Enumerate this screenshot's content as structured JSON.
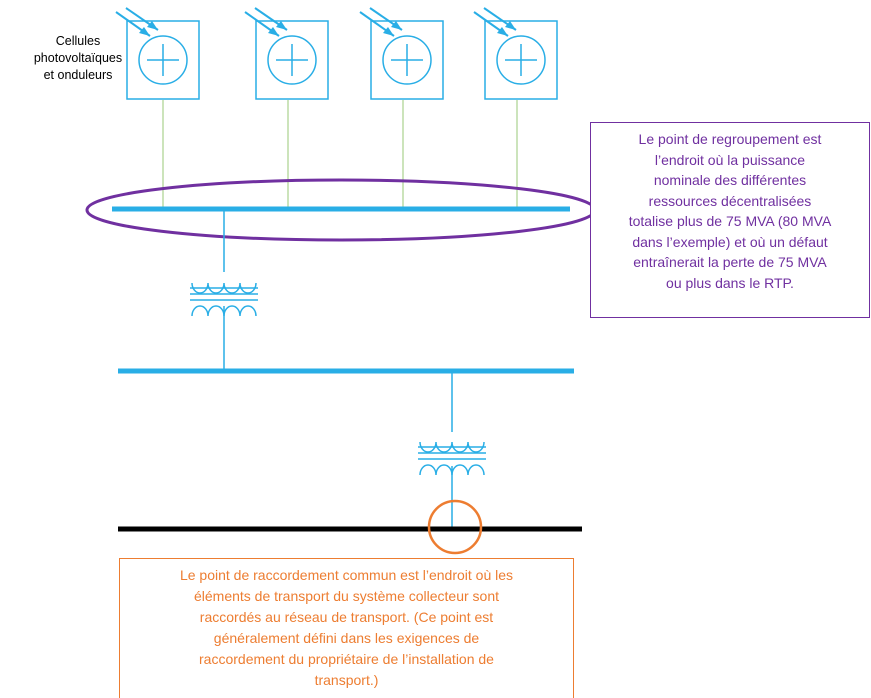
{
  "pv_label": [
    "Cellules",
    "photovoltaïques",
    "et onduleurs"
  ],
  "grouping_note": [
    "Le point de regroupement est",
    "l’endroit où la puissance",
    "nominale des différentes",
    "ressources décentralisées",
    "totalise plus de 75 MVA (80 MVA",
    "dans l’exemple) et où un défaut",
    "entraînerait la perte de 75 MVA",
    "ou plus dans le RTP."
  ],
  "pcc_note": [
    "Le point de raccordement commun est l’endroit où les",
    "éléments de transport du système collecteur sont",
    "raccordés au réseau de transport. (Ce point est",
    "généralement défini dans les exigences de",
    "raccordement du propriétaire de l’installation de",
    "transport.)"
  ],
  "colors": {
    "collector": "#29aee6",
    "feeder": "#a9d18e",
    "transmission_bus": "#000000",
    "grouping_point": "#7030a0",
    "pcc": "#ed7d31"
  },
  "icons": [
    "solar-panel-inverter-icon",
    "transformer-icon"
  ]
}
